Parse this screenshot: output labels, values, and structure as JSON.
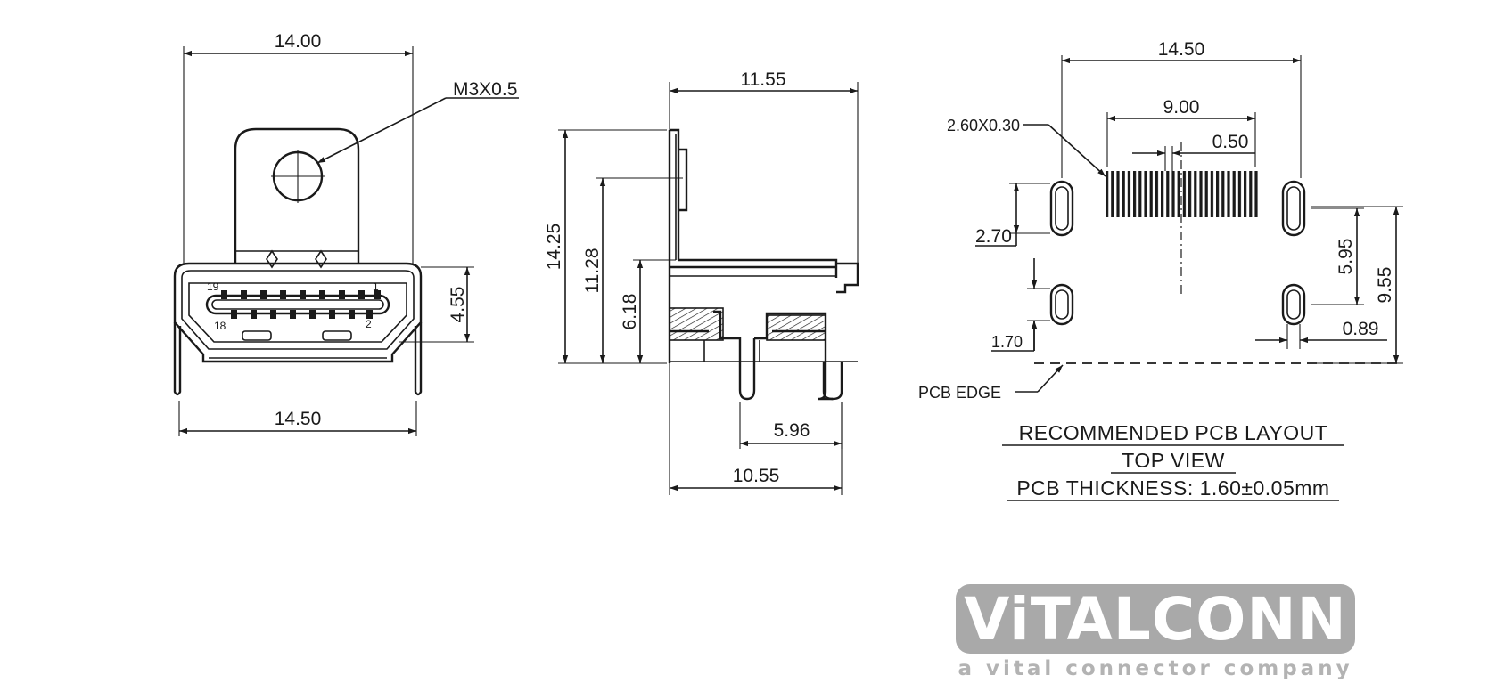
{
  "front_view": {
    "top_width": "14.00",
    "thread": "M3X0.5",
    "height": "4.55",
    "bottom_width": "14.50",
    "pin_labels": [
      "19",
      "1",
      "18",
      "2"
    ]
  },
  "side_view": {
    "depth": "11.55",
    "overall_height": "14.25",
    "bracket_height": "11.28",
    "body_height": "6.18",
    "leg_pitch": "5.96",
    "base_depth": "10.55"
  },
  "pcb_layout": {
    "overall_width": "14.50",
    "pad_size": "2.60X0.30",
    "pad_span": "9.00",
    "pad_pitch": "0.50",
    "slot_long": "2.70",
    "slot_short": "1.70",
    "slot_spacing": "5.95",
    "edge_distance": "9.55",
    "slot_width": "0.89",
    "edge_label": "PCB EDGE",
    "notes": [
      "RECOMMENDED  PCB  LAYOUT",
      "TOP  VIEW",
      "PCB THICKNESS: 1.60±0.05mm"
    ]
  },
  "logo": {
    "wordmark": "ViTALCONN",
    "tagline": "a vital connector company"
  }
}
